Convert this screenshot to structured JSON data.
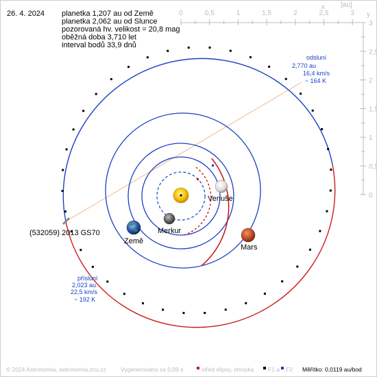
{
  "date": "26. 4. 2024",
  "info_lines": [
    "planetka 1,207 au od Země",
    "planetka 2,062 au od Slunce",
    "pozorovaná hv. velikost = 20,8 mag",
    "oběžná doba 3,710 let",
    "interval bodů 33,9 dnů"
  ],
  "axes": {
    "unit": "[au]",
    "x_name": "x",
    "y_name": "y",
    "x_ticks": [
      "0",
      "0,5",
      "1",
      "1,5",
      "2",
      "2,5",
      "3"
    ],
    "y_ticks": [
      "3",
      "2,5",
      "2",
      "1,5",
      "1",
      "0,5",
      "0"
    ]
  },
  "aphelion": {
    "label": "odsluní",
    "distance": "2,770 au",
    "speed": "16,4 km/s",
    "temperature": "~ 164 K"
  },
  "perihelion": {
    "label": "přísluní",
    "distance": "2,023 au",
    "speed": "22,5 km/s",
    "temperature": "~ 192 K"
  },
  "bodies": {
    "mercury": "Merkur",
    "venus": "Venuše",
    "earth": "Země",
    "mars": "Mars",
    "asteroid": "(532059) 2013 GS70"
  },
  "footer": {
    "copyright": "© 2024 Astronomia, astronomia.zcu.cz",
    "generated": "Vygenerováno za 0,09 s",
    "center_label": "střed elipsy, ohniska",
    "f1_label": "F1 a",
    "f2_label": "F2",
    "scale": "Měřítko: 0,0119 au/bod"
  },
  "colors": {
    "orbit_blue": "#1a3fc4",
    "orbit_red": "#cc1a1a",
    "annotation_blue": "#1a3fc4",
    "apsis_line": "#f0b890",
    "axis_gray": "#bbbbbb",
    "sun": "#f5c400"
  }
}
